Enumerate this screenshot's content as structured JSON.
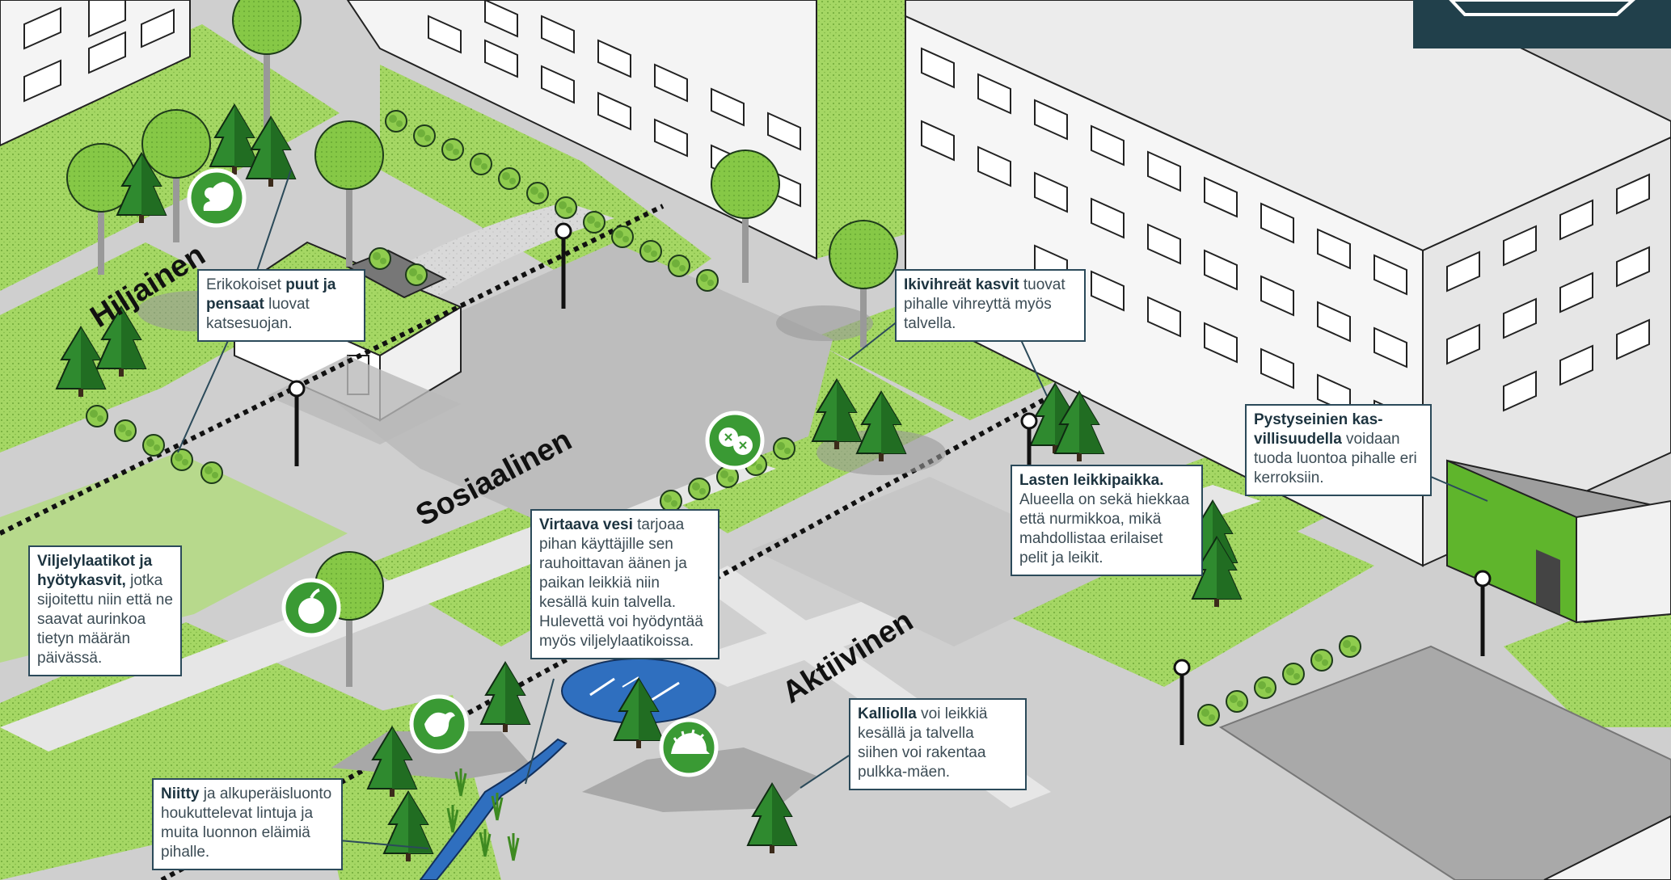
{
  "zones": {
    "quiet": "Hiljainen",
    "social": "Sosiaalinen",
    "active": "Aktiivinen"
  },
  "callouts": {
    "trees": {
      "pre": "Erikokoiset ",
      "bold": "puut ja pensaat",
      "post": " luovat katsesuojan."
    },
    "evergreen": {
      "bold": "Ikivihreät kasvit",
      "post": " tuovat pihalle vihreyttä myös talvella."
    },
    "vertical": {
      "bold": "Pystyseinien kas-villisuudella",
      "post": " voidaan tuoda luontoa pihalle eri kerroksiin."
    },
    "playground": {
      "bold": "Lasten leikkipaikka.",
      "post": " Alueella on sekä hiekkaa että nurmikkoa, mikä mahdollistaa erilaiset pelit ja leikit."
    },
    "planters": {
      "bold": "Viljelylaatikot ja hyötykasvit,",
      "post": " jotka sijoitettu niin että ne saavat aurinkoa tietyn määrän päivässä."
    },
    "water": {
      "bold": "Virtaava vesi",
      "post": " tarjoaa pihan käyttäjille sen rauhoittavan äänen ja paikan leikkiä niin kesällä kuin talvella. Hulevettä voi hyödyntää myös viljelylaatikoissa."
    },
    "rock": {
      "bold": "Kalliolla",
      "post": " voi leikkiä kesällä ja talvella siihen voi rakentaa pulkka-mäen."
    },
    "meadow": {
      "bold": "Niitty",
      "post": " ja alkuperäisluonto houkuttelevat lintuja ja muita luonnon eläimiä pihalle."
    }
  },
  "icons": [
    "squirrel-icon",
    "berries-icon",
    "apple-icon",
    "bird-icon",
    "hedgehog-icon"
  ],
  "colors": {
    "frame": "#21404b",
    "grass": "#9fd35d",
    "grass_dark": "#86c043",
    "path": "#d4d4d4",
    "pavement": "#bdbdbd",
    "building": "#f2f2f2",
    "tree_green": "#7cc243",
    "conifer": "#2f8a2f",
    "icon_badge": "#3a9a34",
    "water": "#2f6fbf"
  }
}
